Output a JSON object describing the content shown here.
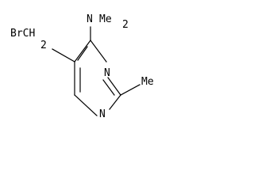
{
  "molecule": {
    "atoms": {
      "n_top": "N",
      "n_top_sub_me": "Me",
      "n_top_sub_2": "2",
      "brch2_main": "BrCH",
      "brch2_sub": "2",
      "ring_n3": "N",
      "ring_n1": "N",
      "me": "Me"
    }
  }
}
